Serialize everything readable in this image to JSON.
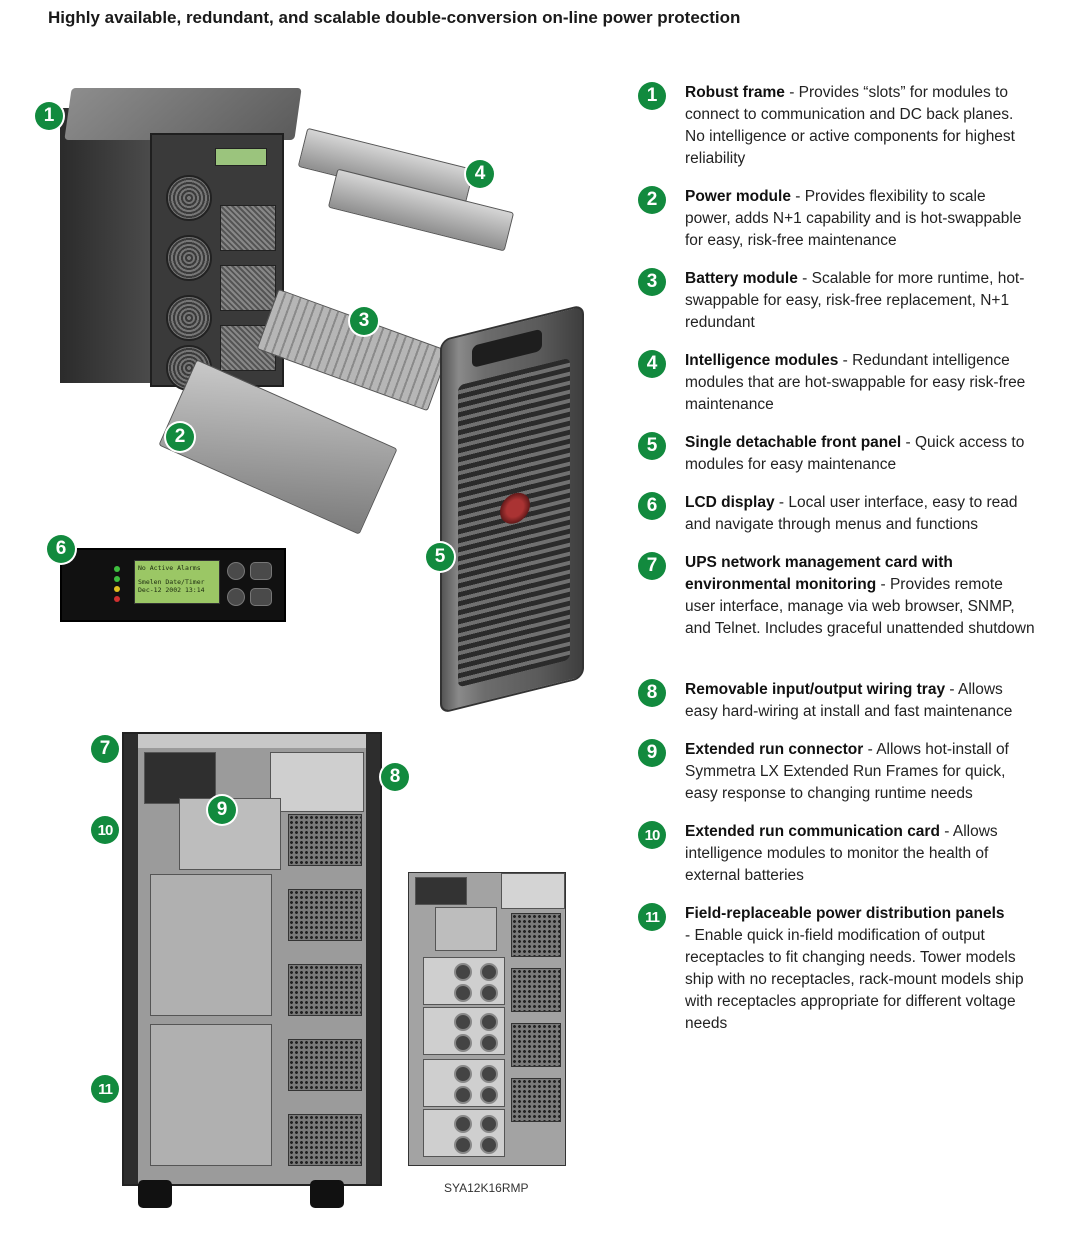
{
  "heading": "Highly available, redundant, and scalable double-conversion on-line power protection",
  "badge_color": "#128a3e",
  "features": [
    {
      "num": "1",
      "title": "Robust frame",
      "desc": " - Provides “slots” for modules to connect to communication and DC back planes. No intelligence or active components for highest reliability"
    },
    {
      "num": "2",
      "title": "Power module",
      "desc": " - Provides flexibility to scale power, adds N+1 capability and is hot-swappable for easy, risk-free maintenance"
    },
    {
      "num": "3",
      "title": "Battery module",
      "desc": " - Scalable for more runtime, hot-swappable for easy, risk-free replacement, N+1 redundant"
    },
    {
      "num": "4",
      "title": "Intelligence modules",
      "desc": " - Redundant intelligence modules that are hot-swappable for easy risk-free maintenance"
    },
    {
      "num": "5",
      "title": "Single detachable front panel",
      "desc": " - Quick access to modules for easy maintenance"
    },
    {
      "num": "6",
      "title": "LCD display",
      "desc": " - Local user interface, easy to read and navigate through menus and functions"
    },
    {
      "num": "7",
      "title": "UPS network management card with environmental monitoring",
      "desc": " - Provides remote user interface, manage via web browser, SNMP, and Telnet. Includes graceful unattended shutdown"
    },
    {
      "num": "8",
      "title": "Removable input/output wiring tray",
      "desc": " - Allows easy hard-wiring at install and fast maintenance"
    },
    {
      "num": "9",
      "title": "Extended run connector",
      "desc": " - Allows hot-install of Symmetra LX Extended Run Frames for quick, easy response to changing runtime needs"
    },
    {
      "num": "10",
      "title": "Extended run communication card",
      "desc": " - Allows intelligence modules to monitor the health of external batteries"
    },
    {
      "num": "11",
      "title": "Field-replaceable power distribution panels",
      "desc": " - Enable quick in-field modification of output receptacles to fit changing needs. Tower models ship with no receptacles, rack-mount models ship with receptacles appropriate for different voltage needs"
    }
  ],
  "lcd": {
    "line1": "No Active Alarms",
    "line2": "Smelen Date/Timer",
    "line3": "Dec-12 2002  13:14"
  },
  "model_caption": "SYA12K16RMP"
}
